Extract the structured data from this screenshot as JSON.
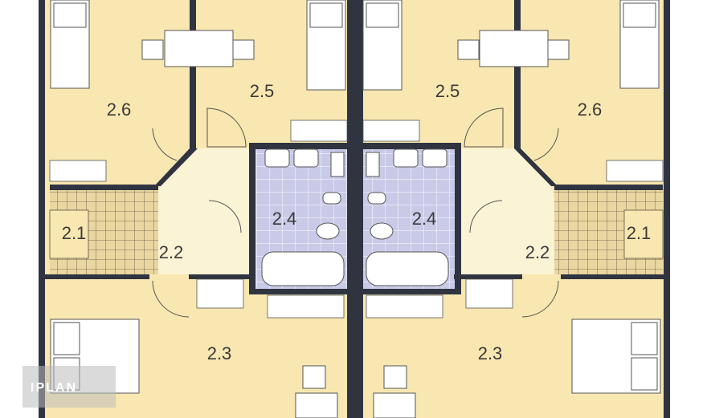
{
  "labels": {
    "bedroom_large_left": "2.6",
    "bedroom_small_left": "2.5",
    "bedroom_small_right": "2.5",
    "bedroom_large_right": "2.6",
    "stairs_left": "2.1",
    "hall_left": "2.2",
    "bath_left": "2.4",
    "bath_right": "2.4",
    "hall_right": "2.2",
    "stairs_right": "2.1",
    "bedroom_bottom_left": "2.3",
    "bedroom_bottom_right": "2.3"
  },
  "watermark": "IPLAN",
  "colors": {
    "floor": "#f8e7b0",
    "hall": "#fbf3d6",
    "bath_tile": "#c9c9e8",
    "wall": "#2f3440",
    "stair": "#ead6a0",
    "furniture": "#ffffff"
  }
}
